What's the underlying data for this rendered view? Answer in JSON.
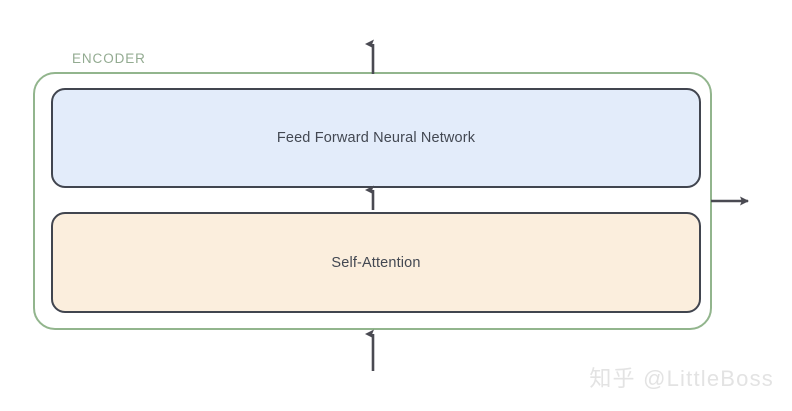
{
  "diagram": {
    "type": "block-diagram",
    "title_label": "ENCODER",
    "blocks": [
      {
        "id": "feed-forward",
        "label": "Feed Forward Neural Network",
        "fill": "#e3ecfa",
        "border": "#41454f"
      },
      {
        "id": "self-attention",
        "label": "Self-Attention",
        "fill": "#fbeedd",
        "border": "#41454f"
      }
    ],
    "container": {
      "label": "ENCODER",
      "border_color": "#92b58d",
      "label_color": "#93ab91"
    },
    "arrows": [
      {
        "id": "input-arrow",
        "direction": "up",
        "name": "bottom-input-arrow"
      },
      {
        "id": "between-arrow",
        "direction": "up",
        "name": "attention-to-ffn-arrow"
      },
      {
        "id": "output-arrow-top",
        "direction": "up",
        "name": "top-output-arrow"
      },
      {
        "id": "output-arrow-right",
        "direction": "right",
        "name": "right-output-arrow"
      }
    ],
    "arrow_color": "#4a4a52"
  },
  "watermark": {
    "text": "知乎 @LittleBoss",
    "color": "#e3e3e3"
  }
}
